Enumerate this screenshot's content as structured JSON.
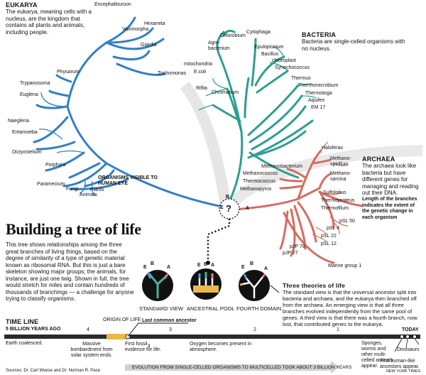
{
  "eukarya": {
    "heading": "EUKARYA",
    "description": "The eukarya, meaning cells with a nucleus, are the kingdom that contains all plants and animals, including people.",
    "visible_label": "ORGANISMS VISIBLE TO HUMAN EYE",
    "organisms": [
      "Encephalitozoon",
      "Vairimorpha",
      "Hexamita",
      "Giardia",
      "Trichomonas",
      "Physarum",
      "Trypanosoma",
      "Euglena",
      "Naegleria",
      "Entamoeba",
      "Dictyostelium",
      "Porphyra",
      "Paramecium",
      "Fungi",
      "Plants",
      "Animals"
    ]
  },
  "bacteria": {
    "heading": "BACTERIA",
    "description": "Bacteria are single-celled organisms with no nucleus.",
    "organisms": [
      "Chlorobium",
      "Cytophaga",
      "Agro-bacterium",
      "Epulopiscium",
      "Bacillus",
      "chloroplast",
      "mitochondria",
      "Synechococcus",
      "E.coli",
      "Thermus",
      "Rifita",
      "Chromatium",
      "Thermomicrobium",
      "Thermotoga",
      "Aquifex",
      "EM 17"
    ]
  },
  "archaea": {
    "heading": "ARCHAEA",
    "description": "The archaea look like bacteria but have different genes for managing and reading out their DNA.",
    "note": "Length of the branches indicates the extent of the genetic change in each organism",
    "organisms": [
      "Haloferax",
      "Methano-spirillum",
      "Methanobacterium",
      "Methanococcus",
      "Methano-sarcina",
      "Thermococcus",
      "Methanopyros",
      "Sulfolobus",
      "Thermoproteus",
      "Thermofilum",
      "pSL 50",
      "pSL 4",
      "pSL 22",
      "pSL 12",
      "pJP 78",
      "pJP 27",
      "Marine group 1"
    ]
  },
  "root": {
    "mark": "?",
    "labels": [
      "E",
      "B",
      "A"
    ]
  },
  "main": {
    "title": "Building a tree of life",
    "text": "This tree shows relationships among the three great branches of living things, based on the degree of similarity of a type of genetic material known as ribosomal RNA. But this is just a bare skeleton showing major groups; the animals, for instance, are just one twig. Shown in full, the tree would stretch for miles and contain hundreds of thousands of branchings — a challenge for anyone trying to classify organisms."
  },
  "theories": {
    "heading": "Three theories of life",
    "text": "The standard view is that the universal ancestor split into bacteria and archaea, and the eukarya then branched off from the archaea. An emerging view is that all three branches evolved independently from the same pool of genes. A third view is that there was a fourth branch, now lost, that contributed genes to the eukarya.",
    "views": [
      {
        "label": "STANDARD VIEW",
        "letters": [
          "E",
          "B",
          "A"
        ]
      },
      {
        "label": "ANCESTRAL POOL",
        "letters": [
          "E",
          "B",
          "A"
        ]
      },
      {
        "label": "FOURTH DOMAIN",
        "letters": [
          "E",
          "B",
          "A"
        ]
      }
    ]
  },
  "timeline": {
    "heading": "TIME LINE",
    "start_label": "5 BILLION YEARS AGO",
    "ticks": [
      "4",
      "3",
      "2",
      "1"
    ],
    "today": "TODAY",
    "origin": "ORIGIN OF LIFE",
    "ancestor": "Last common ancestor",
    "events": [
      "Earth coalesced.",
      "Massive bombardment from solar system ends.",
      "First fossil evidence for life.",
      "Oxygen becomes present in atmosphere.",
      "Sponges, worms and other multi-celled animals appear.",
      "Dinosaurs",
      "First human-like ancestors appear."
    ],
    "evolution_bar": "EVOLUTION FROM SINGLE-CELLED ORGANISMS TO MULTICELLED TOOK ABOUT 3 BILLION YEARS"
  },
  "footer": {
    "sources": "Sources: Dr. Carl Woese and Dr. Norman R. Pace",
    "credit": "NEW YORK TIMES"
  },
  "colors": {
    "eukarya": "#2f7fc9",
    "bacteria": "#2e9e92",
    "archaea": "#d76b5f",
    "gold": "#e9b94a",
    "timeline_bar": "#2a2a2a"
  }
}
